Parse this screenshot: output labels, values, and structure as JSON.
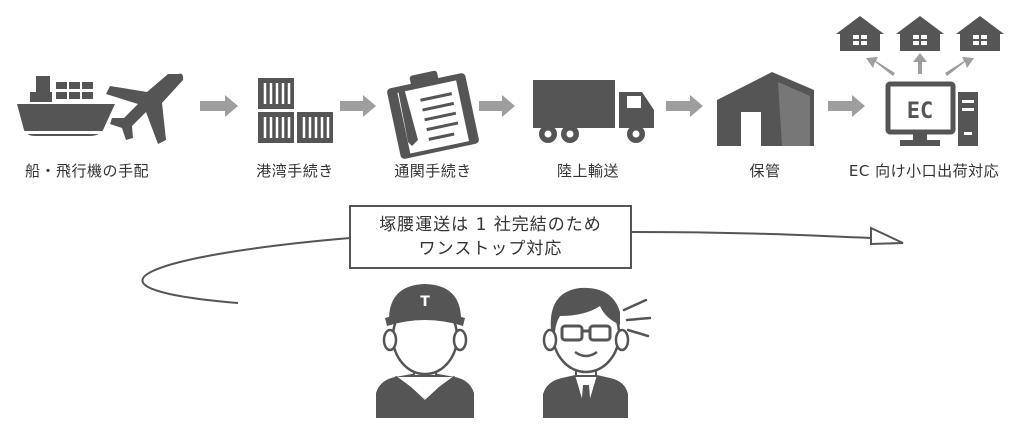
{
  "steps": [
    {
      "label": "船・飛行機の手配",
      "icons": [
        "ship-icon",
        "airplane-icon"
      ]
    },
    {
      "label": "港湾手続き",
      "icons": [
        "container-icon"
      ]
    },
    {
      "label": "通関手続き",
      "icons": [
        "clipboard-icon"
      ]
    },
    {
      "label": "陸上輸送",
      "icons": [
        "truck-icon"
      ]
    },
    {
      "label": "保管",
      "icons": [
        "warehouse-icon"
      ]
    },
    {
      "label": "EC 向け小口出荷対応",
      "icons": [
        "computer-icon",
        "house-icon"
      ]
    }
  ],
  "monitor_text": "EC",
  "callout": {
    "line1": "塚腰運送は 1 社完結のため",
    "line2": "ワンストップ対応"
  },
  "people": [
    "driver-person-icon",
    "staff-person-icon"
  ],
  "colors": {
    "icon": "#555555",
    "arrow": "#9e9e9e",
    "text": "#333333"
  }
}
